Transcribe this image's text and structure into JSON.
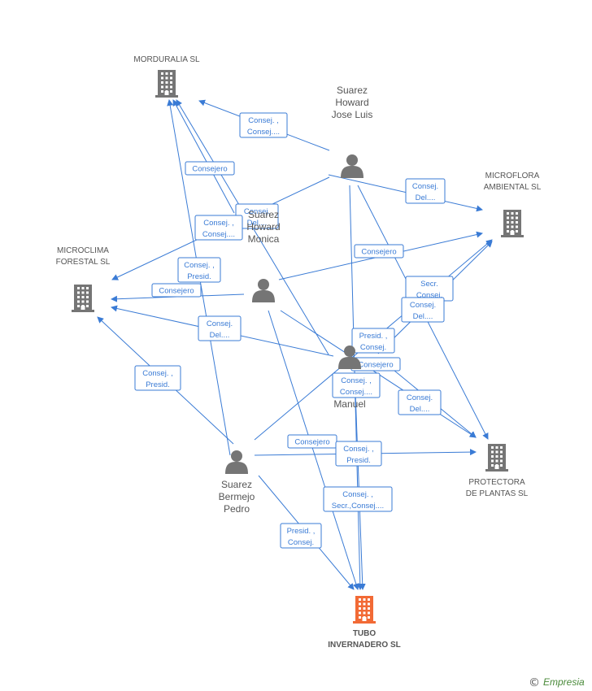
{
  "colors": {
    "edge": "#3a7bd5",
    "company": "#757575",
    "company_main": "#f26a35",
    "person": "#757575",
    "text": "#555555",
    "brand": "#4a8a3a"
  },
  "nodes": [
    {
      "id": "morduralia",
      "kind": "company",
      "lines": [
        "MORDURALIA SL"
      ]
    },
    {
      "id": "microflora",
      "kind": "company",
      "lines": [
        "MICROFLORA",
        "AMBIENTAL SL"
      ]
    },
    {
      "id": "microclima",
      "kind": "company",
      "lines": [
        "MICROCLIMA",
        "FORESTAL SL"
      ]
    },
    {
      "id": "protectora",
      "kind": "company",
      "lines": [
        "PROTECTORA",
        "DE PLANTAS SL"
      ]
    },
    {
      "id": "tubo",
      "kind": "company_main",
      "lines": [
        "TUBO",
        "INVERNADERO SL"
      ]
    },
    {
      "id": "joseluis",
      "kind": "person",
      "lines": [
        "Suarez",
        "Howard",
        "Jose Luis"
      ]
    },
    {
      "id": "monica",
      "kind": "person",
      "lines": [
        "Suarez",
        "Howard",
        "Monica"
      ]
    },
    {
      "id": "manuel",
      "kind": "person",
      "lines": [
        "Manuel"
      ]
    },
    {
      "id": "pedro",
      "kind": "person",
      "lines": [
        "Suarez",
        "Bermejo",
        "Pedro"
      ]
    }
  ],
  "edge_labels": [
    {
      "id": "e1",
      "lines": [
        "Consej. ,",
        "Consej...."
      ]
    },
    {
      "id": "e2",
      "lines": [
        "Consejero"
      ]
    },
    {
      "id": "e3",
      "lines": [
        "Consej.",
        "Del...."
      ]
    },
    {
      "id": "e4",
      "lines": [
        "Consej.",
        "Del...."
      ]
    },
    {
      "id": "e5",
      "lines": [
        "Consej. ,",
        "Consej...."
      ]
    },
    {
      "id": "e6",
      "lines": [
        "Consej. ,",
        "Presid."
      ]
    },
    {
      "id": "e7",
      "lines": [
        "Consejero"
      ]
    },
    {
      "id": "e8",
      "lines": [
        "Consejero"
      ]
    },
    {
      "id": "e9",
      "lines": [
        "Consej.",
        "Del...."
      ]
    },
    {
      "id": "e10",
      "lines": [
        "Secr.",
        "Consej."
      ]
    },
    {
      "id": "e11",
      "lines": [
        "Consej.",
        "Del...."
      ]
    },
    {
      "id": "e12",
      "lines": [
        "Presid. ,",
        "Consej."
      ]
    },
    {
      "id": "e13",
      "lines": [
        "Consejero"
      ]
    },
    {
      "id": "e14",
      "lines": [
        "Consej. ,",
        "Consej...."
      ]
    },
    {
      "id": "e15",
      "lines": [
        "Consej.",
        "Del...."
      ]
    },
    {
      "id": "e16",
      "lines": [
        "Consej. ,",
        "Presid."
      ]
    },
    {
      "id": "e17",
      "lines": [
        "Consejero"
      ]
    },
    {
      "id": "e18",
      "lines": [
        "Consej. ,",
        "Presid."
      ]
    },
    {
      "id": "e19",
      "lines": [
        "Consej. ,",
        "Secr.,Consej...."
      ]
    },
    {
      "id": "e20",
      "lines": [
        "Presid. ,",
        "Consej."
      ]
    }
  ],
  "copyright": "©",
  "brand": "Empresia"
}
